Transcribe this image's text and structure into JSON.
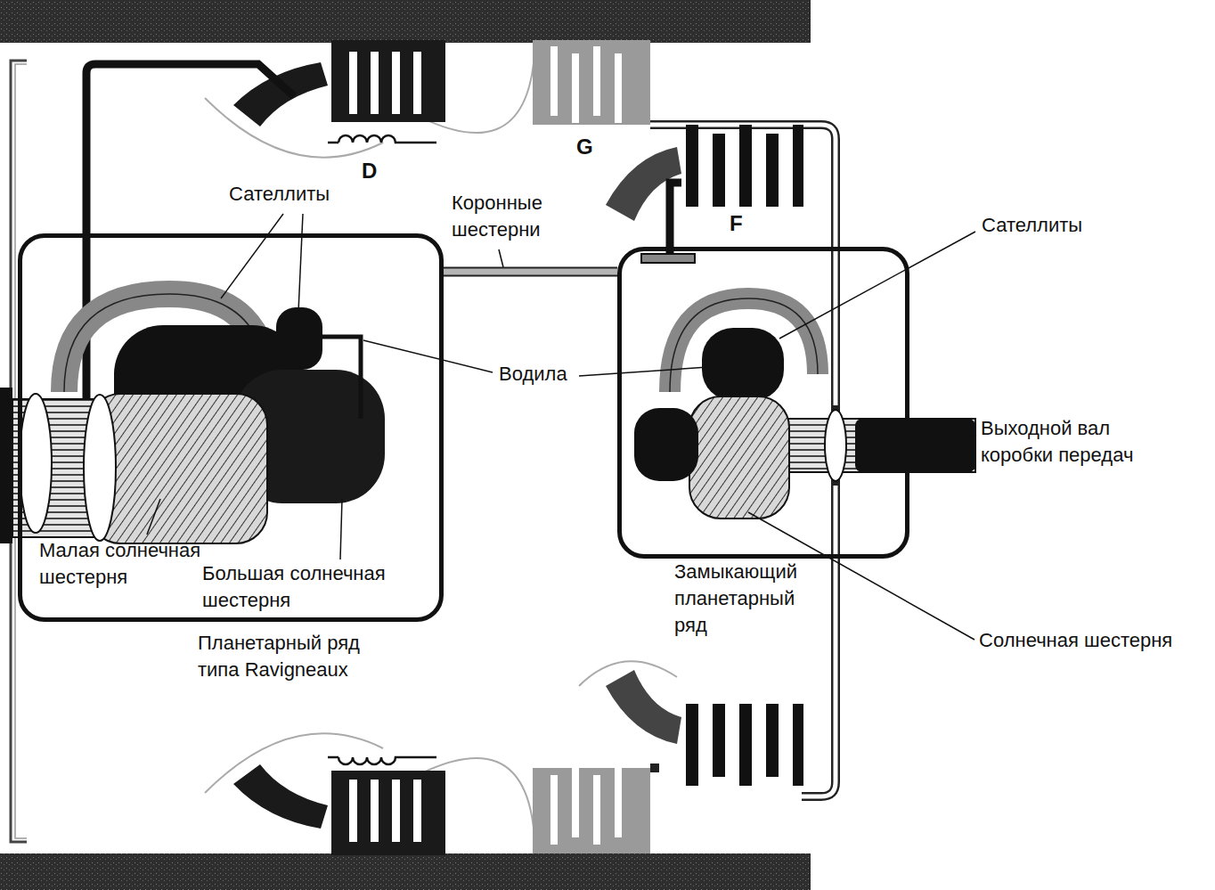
{
  "diagram": {
    "nodes": [
      {
        "text": [
          "Планетарный ряд типа Ravigneaux"
        ]
      },
      {
        "text": [
          "Замыкающий планетарный ряд"
        ]
      }
    ],
    "edges": [
      {
        "from": 0,
        "to": 1,
        "arrow": "none"
      }
    ],
    "labels": [
      "D",
      "G",
      "F",
      "Сателлиты",
      "Коронные шестерни",
      "Сателлиты",
      "Водила",
      "Выходной вал коробки передач",
      "Солнечная шестерня",
      "Малая солнечная шестерня",
      "Большая солнечная шестерня"
    ]
  }
}
